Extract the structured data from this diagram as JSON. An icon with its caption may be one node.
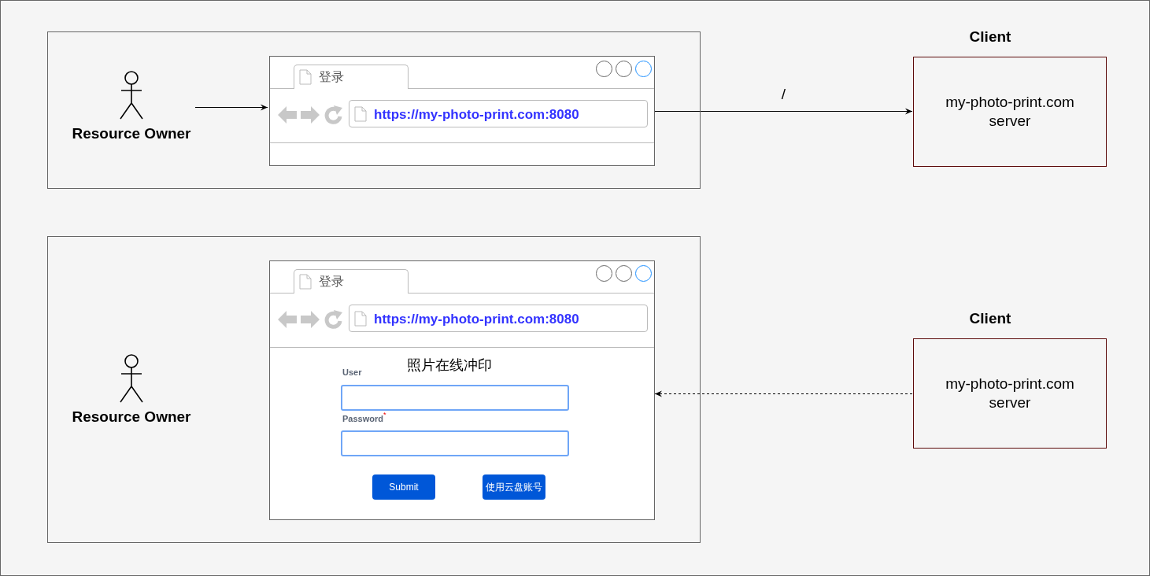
{
  "diagram": {
    "nodes": [
      {
        "text": [],
        "shape": "box"
      },
      {
        "text": [
          "Resource Owner"
        ],
        "in": 0
      },
      {
        "text": [
          "登录",
          "https://my-photo-print.com:8080"
        ],
        "in": 0
      },
      {
        "text": [
          "Client",
          "my-photo-print.com server"
        ]
      },
      {
        "text": [],
        "shape": "box"
      },
      {
        "text": [
          "Resource Owner"
        ],
        "in": 4
      },
      {
        "text": [
          "登录",
          "https://my-photo-print.com:8080",
          "照片在线冲印",
          "User",
          "Password"
        ],
        "in": 4
      },
      {
        "text": [
          "Submit"
        ],
        "in": 6
      },
      {
        "text": [
          "使用云盘账号"
        ],
        "in": 6
      },
      {
        "text": [
          "Client",
          "my-photo-print.com server"
        ]
      }
    ],
    "edges": [
      {
        "from": 1,
        "to": 2,
        "arrow": "to"
      },
      {
        "from": 2,
        "to": 3,
        "arrow": "to",
        "label": "/"
      },
      {
        "from": 9,
        "to": 6,
        "arrow": "to",
        "style": "dashed"
      }
    ],
    "labels": [
      "*"
    ]
  }
}
